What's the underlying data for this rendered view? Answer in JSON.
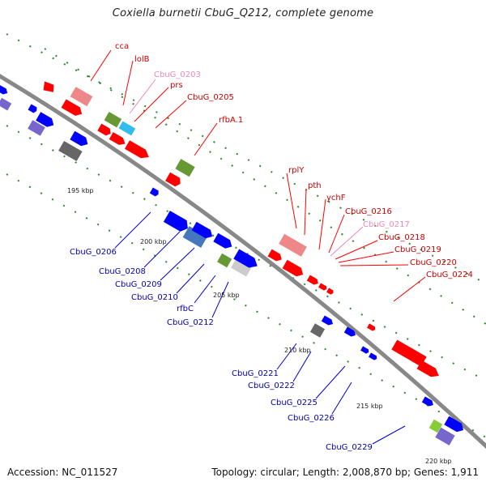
{
  "title": "Coxiella burnetii CbuG_Q212, complete genome",
  "footer": {
    "accession": "Accession: NC_011527",
    "info": "Topology: circular; Length: 2,008,870 bp; Genes: 1,911"
  },
  "scale_labels": [
    "195 kbp",
    "200 kbp",
    "205 kbp",
    "210 kbp",
    "215 kbp",
    "220 kbp"
  ],
  "colors": {
    "red": "#ff0000",
    "pink": "#ee8888",
    "light_pink": "#ee88bb",
    "blue": "#0000ff",
    "steel_blue": "#4477bb",
    "slate": "#7766cc",
    "olive": "#669933",
    "gray": "#666666",
    "light_gray": "#cccccc",
    "cyan": "#33bbee",
    "backbone": "#888888"
  },
  "labels": {
    "top": [
      "cca",
      "lolB",
      "CbuG_0203",
      "prs",
      "CbuG_0205",
      "rfbA.1",
      "rplY",
      "pth",
      "ychF",
      "CbuG_0216",
      "CbuG_0217",
      "CbuG_0218",
      "CbuG_0219",
      "CbuG_0220",
      "CbuG_0224"
    ],
    "bottom": [
      "CbuG_0206",
      "CbuG_0208",
      "CbuG_0209",
      "CbuG_0210",
      "rfbC",
      "CbuG_0212",
      "CbuG_0221",
      "CbuG_0222",
      "CbuG_0225",
      "CbuG_0226",
      "CbuG_0229"
    ]
  }
}
